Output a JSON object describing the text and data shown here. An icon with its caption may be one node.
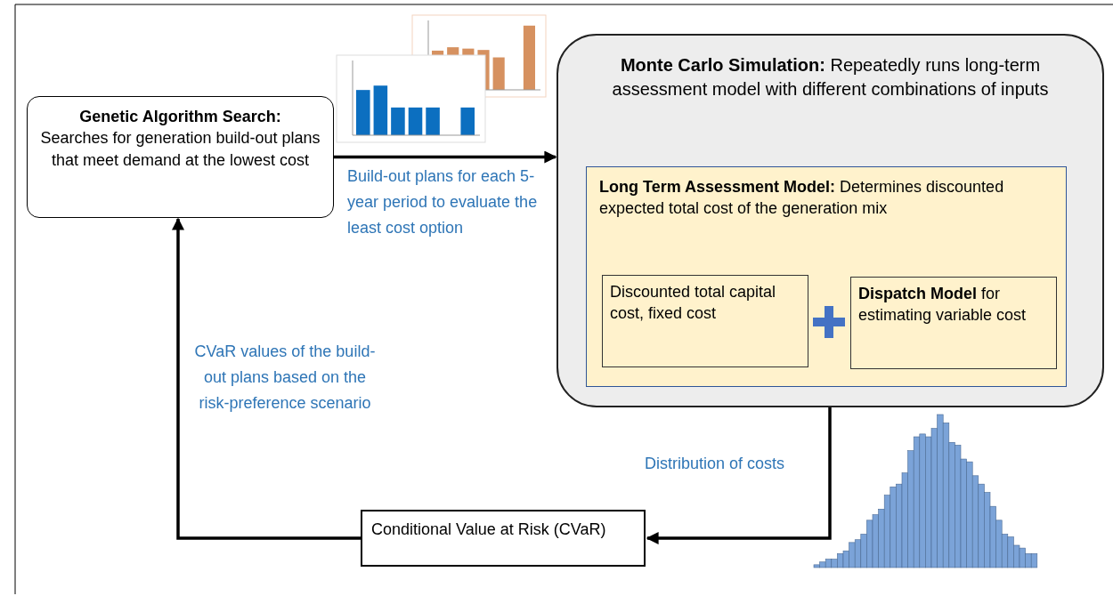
{
  "diagram": {
    "nodes": [
      {
        "text": [
          "Genetic Algorithm Search:",
          "Searches for generation build-out plans that meet demand at the lowest cost"
        ]
      },
      {
        "text": [
          "**Monte Carlo Simulation:** Repeatedly runs long-term assessment model with different combinations of inputs"
        ]
      },
      {
        "text": [
          "**Long Term Assessment Model:** Determines discounted expected total cost of the generation mix"
        ],
        "in": 1
      },
      {
        "text": [
          "Discounted total capital cost, fixed cost"
        ],
        "in": 2
      },
      {
        "text": [
          "**Dispatch Model** for estimating variable cost"
        ],
        "in": 2
      },
      {
        "text": [
          "Conditional Value at Risk (CVaR)"
        ]
      }
    ],
    "edges": [
      {
        "from": 0,
        "to": 1,
        "arrow": "to",
        "label": "Build-out plans for each 5-year period to evaluate the least cost option"
      },
      {
        "from": 1,
        "to": 5,
        "arrow": "to",
        "label": "Distribution of costs"
      },
      {
        "from": 5,
        "to": 0,
        "arrow": "to",
        "label": "CVaR values of the build-out plans based on the risk-preference scenario"
      }
    ]
  }
}
